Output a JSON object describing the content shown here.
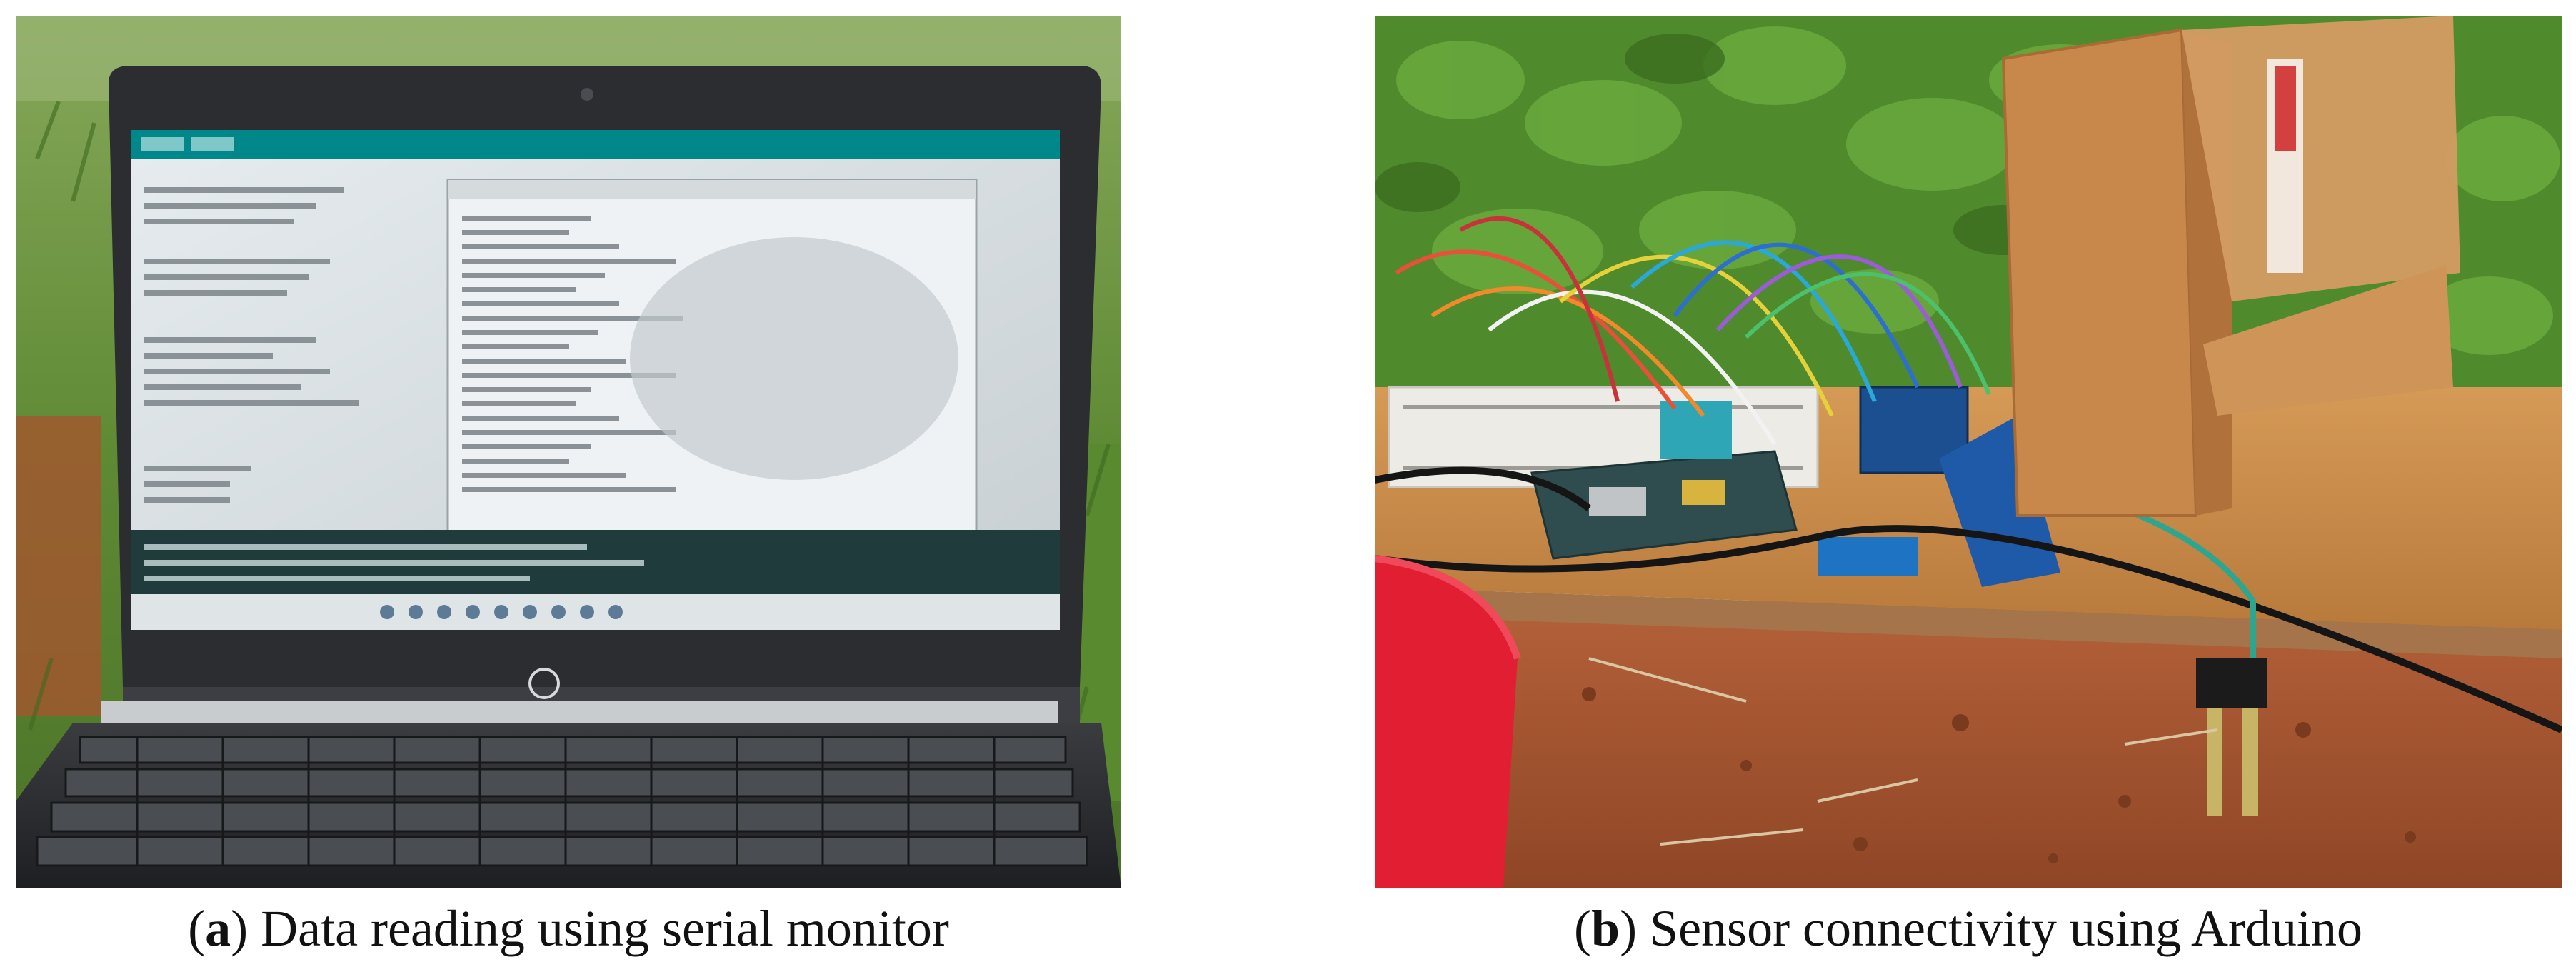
{
  "panels": [
    {
      "letter": "a",
      "caption": "Data reading using serial monitor",
      "photo_subject": "laptop-serial-monitor-photo"
    },
    {
      "letter": "b",
      "caption": "Sensor connectivity using Arduino",
      "photo_subject": "arduino-sensor-setup-photo"
    }
  ],
  "colors": {
    "grass": "#6f9a3c",
    "soil": "#a3532d",
    "wood": "#c98a47",
    "cardboard": "#c8884c",
    "laptop_body": "#2b2d31",
    "screen": "#d9e0e4",
    "ide_teal": "#00878a"
  }
}
